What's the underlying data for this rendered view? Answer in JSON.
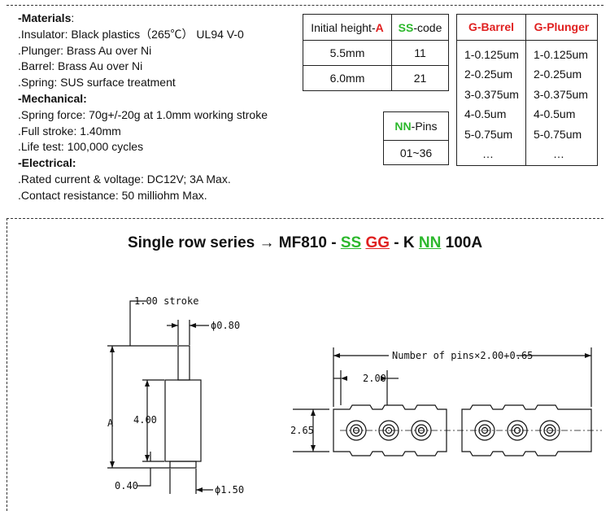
{
  "specs": {
    "materials_head": "-Materials",
    "materials_head_colon": ":",
    "insulator": ".Insulator: Black plastics（265℃） UL94 V-0",
    "plunger": ".Plunger: Brass Au over Ni",
    "barrel": ".Barrel: Brass Au over Ni",
    "spring": ".Spring: SUS surface treatment",
    "mechanical_head": "-Mechanical:",
    "spring_force": ".Spring force: 70g+/-20g at 1.0mm working stroke",
    "full_stroke": ".Full stroke: 1.40mm",
    "life_test": ".Life test: 100,000 cycles",
    "electrical_head": "-Electrical:",
    "rated": ".Rated current & voltage: DC12V; 3A Max.",
    "contact": ".Contact resistance: 50 milliohm Max."
  },
  "height_table": {
    "col1_prefix": "Initial height-",
    "col1_letter": "A",
    "col2_code": "SS",
    "col2_suffix": "-code",
    "rows": [
      {
        "height": "5.5mm",
        "code": "11"
      },
      {
        "height": "6.0mm",
        "code": "21"
      }
    ]
  },
  "pins_table": {
    "code": "NN",
    "suffix": "-Pins",
    "range": "01~36"
  },
  "plating_table": {
    "barrel_header": "G-Barrel",
    "plunger_header": "G-Plunger",
    "barrel": [
      "1-0.125um",
      "2-0.25um",
      "3-0.375um",
      "4-0.5um",
      "5-0.75um",
      "…"
    ],
    "plunger": [
      "1-0.125um",
      "2-0.25um",
      "3-0.375um",
      "4-0.5um",
      "5-0.75um",
      "…"
    ]
  },
  "series": {
    "prefix": "Single row series → MF810 - ",
    "ss": "SS",
    "gg": "GG",
    "mid": " - K ",
    "nn": "NN",
    "suffix": " 100A"
  },
  "drawing": {
    "stroke_label": "1.00 stroke",
    "dia_top": "ϕ0.80",
    "dim_a": "A",
    "dim_body": "4.00",
    "dim_base": "0.40",
    "dia_bottom": "ϕ1.50",
    "pins_formula": "Number of pins×2.00+0.65",
    "pitch": "2.00",
    "height": "2.65"
  },
  "colors": {
    "red": "#e02020",
    "green": "#2db82d"
  }
}
